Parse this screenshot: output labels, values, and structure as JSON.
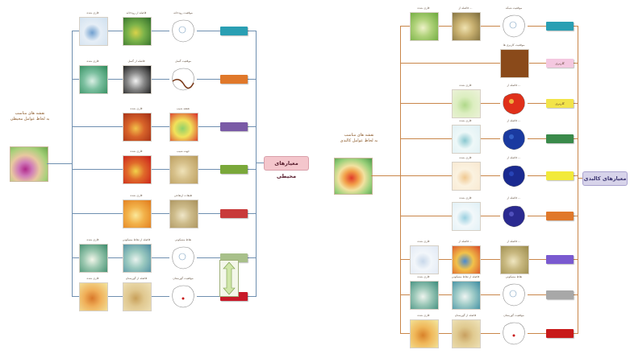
{
  "colors": {
    "left_connector": "#6f8fb0",
    "right_connector": "#c9864a",
    "left_hub_fill": "#f4c6cc",
    "right_hub_fill": "#d7d3ea"
  },
  "left_diagram": {
    "root_label": "نقشه های مناسب\nبه لحاظ عوامل محیطی",
    "hub_label": "معیارهای محیطی",
    "rows": [
      {
        "tag_color": "#2a9fb3",
        "tiles": [
          {
            "label": "فازی شده",
            "kind": "raster",
            "colors": [
              "#cfe0ef",
              "#6f9fcf",
              "#e6eef6"
            ]
          },
          {
            "label": "فاصله از رودخانه",
            "kind": "raster",
            "colors": [
              "#2d6b2a",
              "#d8d24a",
              "#7ab24a"
            ]
          },
          {
            "label": "موقعیت رودخانه",
            "kind": "outline"
          }
        ]
      },
      {
        "tag_color": "#e0782a",
        "tiles": [
          {
            "label": "فازی شده",
            "kind": "raster",
            "colors": [
              "#2d8a5a",
              "#d9efe4",
              "#7cc0a0"
            ]
          },
          {
            "label": "فاصله از گسل",
            "kind": "raster",
            "colors": [
              "#111111",
              "#f2f2f2",
              "#888888"
            ]
          },
          {
            "label": "موقعیت گسل",
            "kind": "outline-fault"
          }
        ]
      },
      {
        "tag_color": "#7a5aa6",
        "tiles": [
          {
            "label": "فازی شده",
            "kind": "raster",
            "colors": [
              "#a02a14",
              "#f2c24a",
              "#d8642a"
            ]
          },
          {
            "label": "نقشه شیب",
            "kind": "raster",
            "colors": [
              "#d82a2a",
              "#8fd06a",
              "#f2e25a"
            ]
          }
        ]
      },
      {
        "tag_color": "#7aa83a",
        "tiles": [
          {
            "label": "فازی شده",
            "kind": "raster",
            "colors": [
              "#c81a1a",
              "#f2d24a",
              "#e06a2a"
            ]
          },
          {
            "label": "جهت شیب",
            "kind": "raster",
            "colors": [
              "#b89a5a",
              "#efe2b8",
              "#d6c08a"
            ]
          }
        ]
      },
      {
        "tag_color": "#c83a3a",
        "tiles": [
          {
            "label": "فازی شده",
            "kind": "raster",
            "colors": [
              "#e0781a",
              "#fbe89a",
              "#f2b24a"
            ]
          },
          {
            "label": "طبقات ارتفاعی",
            "kind": "raster",
            "colors": [
              "#a8905a",
              "#efe6c8",
              "#cdbb8a"
            ]
          }
        ]
      },
      {
        "tag_color": "#a8c08a",
        "tiles": [
          {
            "label": "فازی شده",
            "kind": "raster",
            "colors": [
              "#3a8a6a",
              "#f2f6ea",
              "#9cc8b0"
            ]
          },
          {
            "label": "فاصله از نقاط مسکونی",
            "kind": "raster",
            "colors": [
              "#4a8aa0",
              "#e8f2ee",
              "#9ccac0"
            ]
          },
          {
            "label": "نقاط مسکونی",
            "kind": "outline"
          }
        ]
      },
      {
        "tag_color": "#c81a2a",
        "tiles": [
          {
            "label": "فازی شده",
            "kind": "raster",
            "colors": [
              "#f2e6a0",
              "#d8782a",
              "#f0b05a"
            ]
          },
          {
            "label": "فاصله از گورستان",
            "kind": "raster",
            "colors": [
              "#efe2b8",
              "#c8a05a",
              "#e0c890"
            ]
          },
          {
            "label": "موقعیت گورستان",
            "kind": "outline-dot"
          }
        ]
      }
    ]
  },
  "right_diagram": {
    "root_label": "نقشه های مناسب\nبه لحاظ عوامل کالبدی",
    "hub_label": "معیارهای کالبدی",
    "rows": [
      {
        "tag_color": "#2a9fb3",
        "tag_label": "",
        "tiles": [
          {
            "label": "فازی شده",
            "kind": "raster",
            "colors": [
              "#6aa83a",
              "#eef2c8",
              "#b0d27a"
            ]
          },
          {
            "label": "فاصله از ...",
            "kind": "raster",
            "colors": [
              "#7a6a3a",
              "#efe2b0",
              "#c8b070"
            ]
          },
          {
            "label": "موقعیت شبکه",
            "kind": "outline"
          }
        ]
      },
      {
        "tag_color": "#f4c8e0",
        "tag_label": "کاربری",
        "tiles": [
          {
            "label": "موقعیت کاربری ها",
            "kind": "solid",
            "colors": [
              "#8a4a1a"
            ]
          }
        ]
      },
      {
        "tag_color": "#f2e44a",
        "tag_label": "کاربری",
        "tiles": [
          {
            "label": "فازی شده",
            "kind": "raster",
            "colors": [
              "#eef2dc",
              "#b0d88a",
              "#dceec0"
            ]
          },
          {
            "label": "فاصله از ...",
            "kind": "blob",
            "colors": [
              "#e0301a",
              "#f2d04a"
            ]
          }
        ]
      },
      {
        "tag_color": "#3a8a4a",
        "tag_label": "",
        "tiles": [
          {
            "label": "فازی شده",
            "kind": "raster",
            "colors": [
              "#dff0f4",
              "#8ac8d0",
              "#eef8f8"
            ]
          },
          {
            "label": "فاصله از ...",
            "kind": "blob",
            "colors": [
              "#1a3aa0",
              "#3a6ad0"
            ]
          }
        ]
      },
      {
        "tag_color": "#f2ea3a",
        "tag_label": "",
        "tiles": [
          {
            "label": "فازی شده",
            "kind": "raster",
            "colors": [
              "#f8e8d0",
              "#f0c890",
              "#fbf2e0"
            ]
          },
          {
            "label": "فاصله از ...",
            "kind": "blob",
            "colors": [
              "#1a2a90",
              "#2a4ac0"
            ]
          }
        ]
      },
      {
        "tag_color": "#e0782a",
        "tag_label": "",
        "tiles": [
          {
            "label": "فازی شده",
            "kind": "raster",
            "colors": [
              "#dff0f6",
              "#9ad0e0",
              "#f2f8fa"
            ]
          },
          {
            "label": "فاصله از ...",
            "kind": "blob",
            "colors": [
              "#2a2a90",
              "#5a5ac8"
            ]
          }
        ]
      },
      {
        "tag_color": "#7a5ad0",
        "tag_label": "",
        "tiles": [
          {
            "label": "فازی شده",
            "kind": "raster",
            "colors": [
              "#e0e8f4",
              "#c8d8ea",
              "#f2f6fa"
            ]
          },
          {
            "label": "فاصله از ...",
            "kind": "raster",
            "colors": [
              "#d84a2a",
              "#4a8ad0",
              "#f2c24a"
            ]
          },
          {
            "label": "فاصله از ...",
            "kind": "raster",
            "colors": [
              "#9a8a4a",
              "#efe6c0",
              "#c8b880"
            ]
          }
        ]
      },
      {
        "tag_color": "#a8a8a8",
        "tag_label": "",
        "tiles": [
          {
            "label": "فازی شده",
            "kind": "raster",
            "colors": [
              "#3a8a7a",
              "#eef4ee",
              "#9cc8b8"
            ]
          },
          {
            "label": "فاصله از نقاط مسکونی",
            "kind": "raster",
            "colors": [
              "#3a8aa0",
              "#eef4f2",
              "#a0ccc8"
            ]
          },
          {
            "label": "نقاط مسکونی",
            "kind": "outline"
          }
        ]
      },
      {
        "tag_color": "#c81a1a",
        "tag_label": "",
        "tiles": [
          {
            "label": "فازی شده",
            "kind": "raster",
            "colors": [
              "#f2e8a0",
              "#d8822a",
              "#f0b85a"
            ]
          },
          {
            "label": "فاصله از گورستان",
            "kind": "raster",
            "colors": [
              "#efe4bc",
              "#c8a060",
              "#e0ca90"
            ]
          },
          {
            "label": "موقعیت گورستان",
            "kind": "outline-dot"
          }
        ]
      }
    ]
  }
}
